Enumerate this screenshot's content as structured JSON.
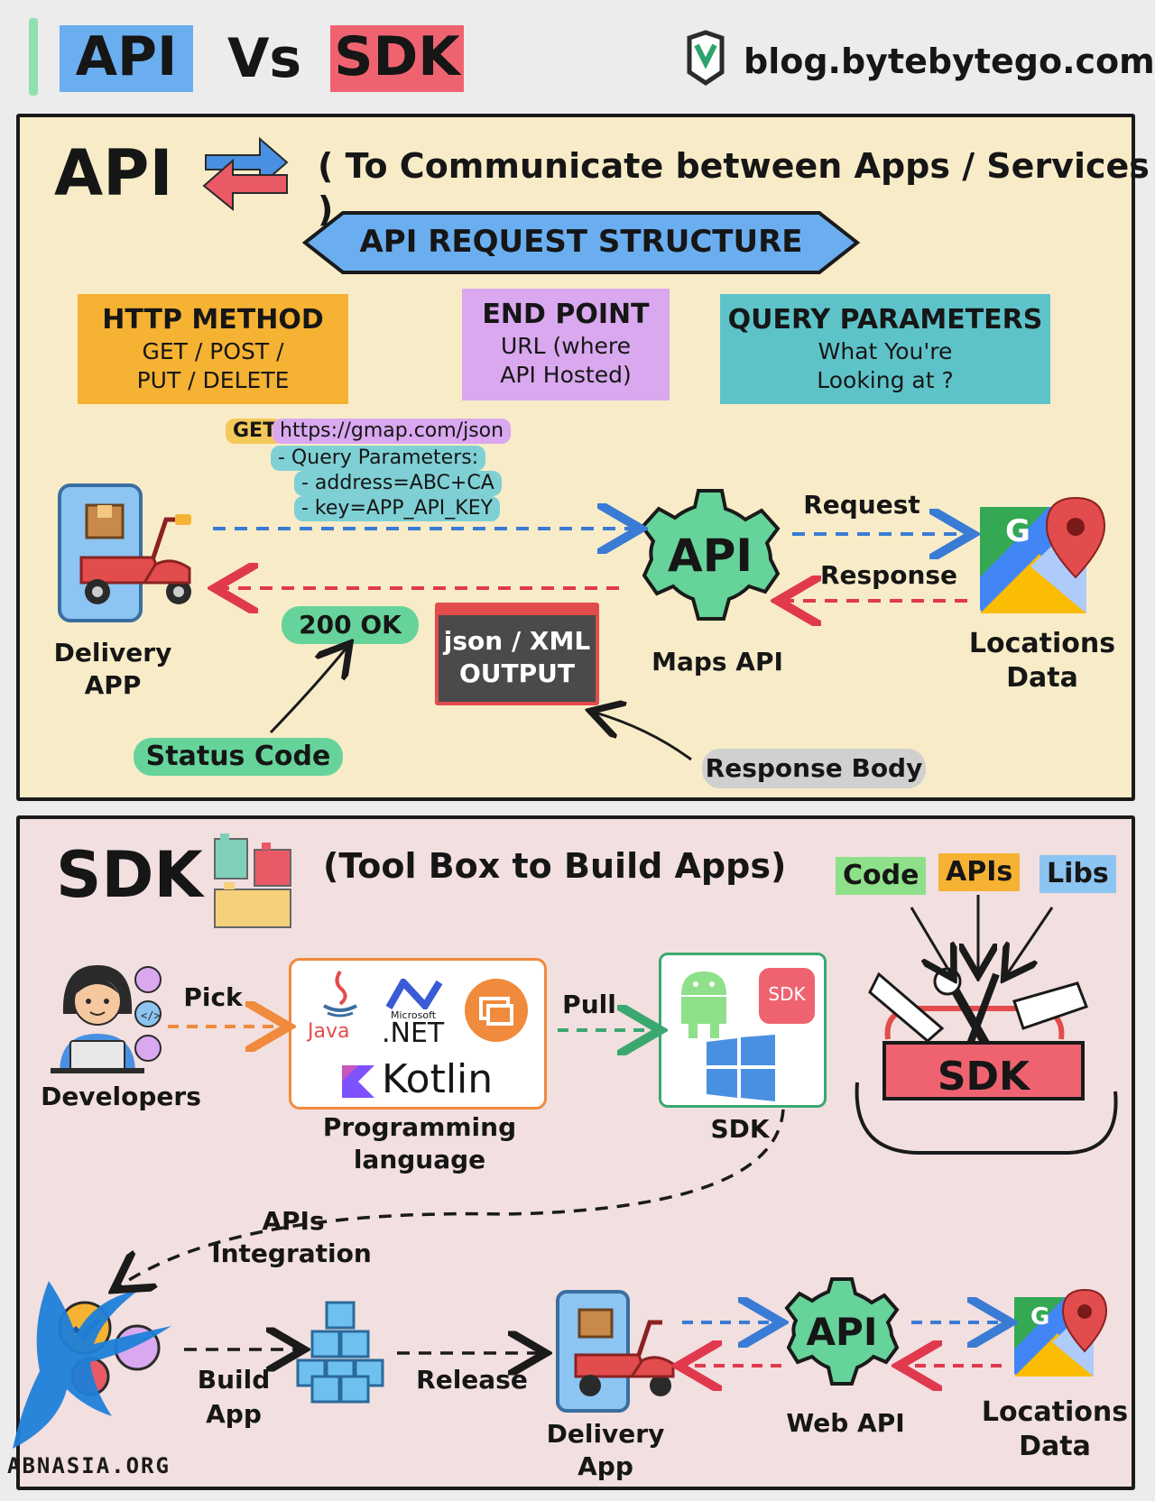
{
  "header": {
    "title_left": "API",
    "title_vs": "Vs",
    "title_right": "SDK",
    "site": "blog.bytebytego.com",
    "colors": {
      "api_tag": "#6aaef0",
      "sdk_tag": "#ef6370",
      "accent_bar": "#8fe0b0"
    }
  },
  "api_section": {
    "title": "API",
    "subtitle": "( To Communicate between Apps / Services )",
    "banner": "API REQUEST STRUCTURE",
    "boxes": [
      {
        "title": "HTTP METHOD",
        "line1": "GET / POST /",
        "line2": "PUT / DELETE",
        "color": "#f5b233"
      },
      {
        "title": "END POINT",
        "line1": "URL (where",
        "line2": "API Hosted)",
        "color": "#d9a8ef"
      },
      {
        "title": "QUERY PARAMETERS",
        "line1": "What You're",
        "line2": "Looking at ?",
        "color": "#5ec3c9"
      }
    ],
    "request_lines": [
      {
        "method": "GET",
        "url": "https://gmap.com/json"
      },
      {
        "text": "- Query Parameters:"
      },
      {
        "text": "- address=ABC+CA"
      },
      {
        "text": "- key=APP_API_KEY"
      }
    ],
    "delivery_app": "Delivery App",
    "delivery_app_l1": "Delivery",
    "delivery_app_l2": "APP",
    "status_ok": "200 OK",
    "status_code": "Status Code",
    "output_l1": "json / XML",
    "output_l2": "OUTPUT",
    "response_body": "Response Body",
    "api_gear": "API",
    "maps_api": "Maps API",
    "request": "Request",
    "response": "Response",
    "locations_l1": "Locations",
    "locations_l2": "Data",
    "colors": {
      "panel_bg": "#f8ecc8",
      "request_arrow": "#3a7bd5",
      "response_arrow": "#e0394d",
      "gear": "#66d39a"
    }
  },
  "sdk_section": {
    "title": "SDK",
    "subtitle": "(Tool Box to Build Apps)",
    "tags": [
      {
        "label": "Code",
        "color": "#8fe08a"
      },
      {
        "label": "APIs",
        "color": "#f5b233"
      },
      {
        "label": "Libs",
        "color": "#8cc4f2"
      }
    ],
    "developers": "Developers",
    "pick": "Pick",
    "languages": {
      "java": "Java",
      "ms": "Microsoft",
      "net": ".NET",
      "kotlin": "Kotlin"
    },
    "prog_l1": "Programming",
    "prog_l2": "language",
    "pull": "Pull",
    "sdk_badge": "SDK",
    "sdk_label": "SDK",
    "toolbox_label": "SDK",
    "apis_l1": "APIs",
    "apis_l2": "Integration",
    "build_l1": "Build",
    "build_l2": "App",
    "release": "Release",
    "delivery_l1": "Delivery",
    "delivery_l2": "App",
    "web_api_gear": "API",
    "web_api": "Web API",
    "locations_l1": "Locations",
    "locations_l2": "Data",
    "watermark": "ABNASIA.ORG",
    "colors": {
      "panel_bg": "#f2dfdf",
      "orange_arrow": "#f08a3c",
      "green_arrow": "#3aa870"
    }
  }
}
